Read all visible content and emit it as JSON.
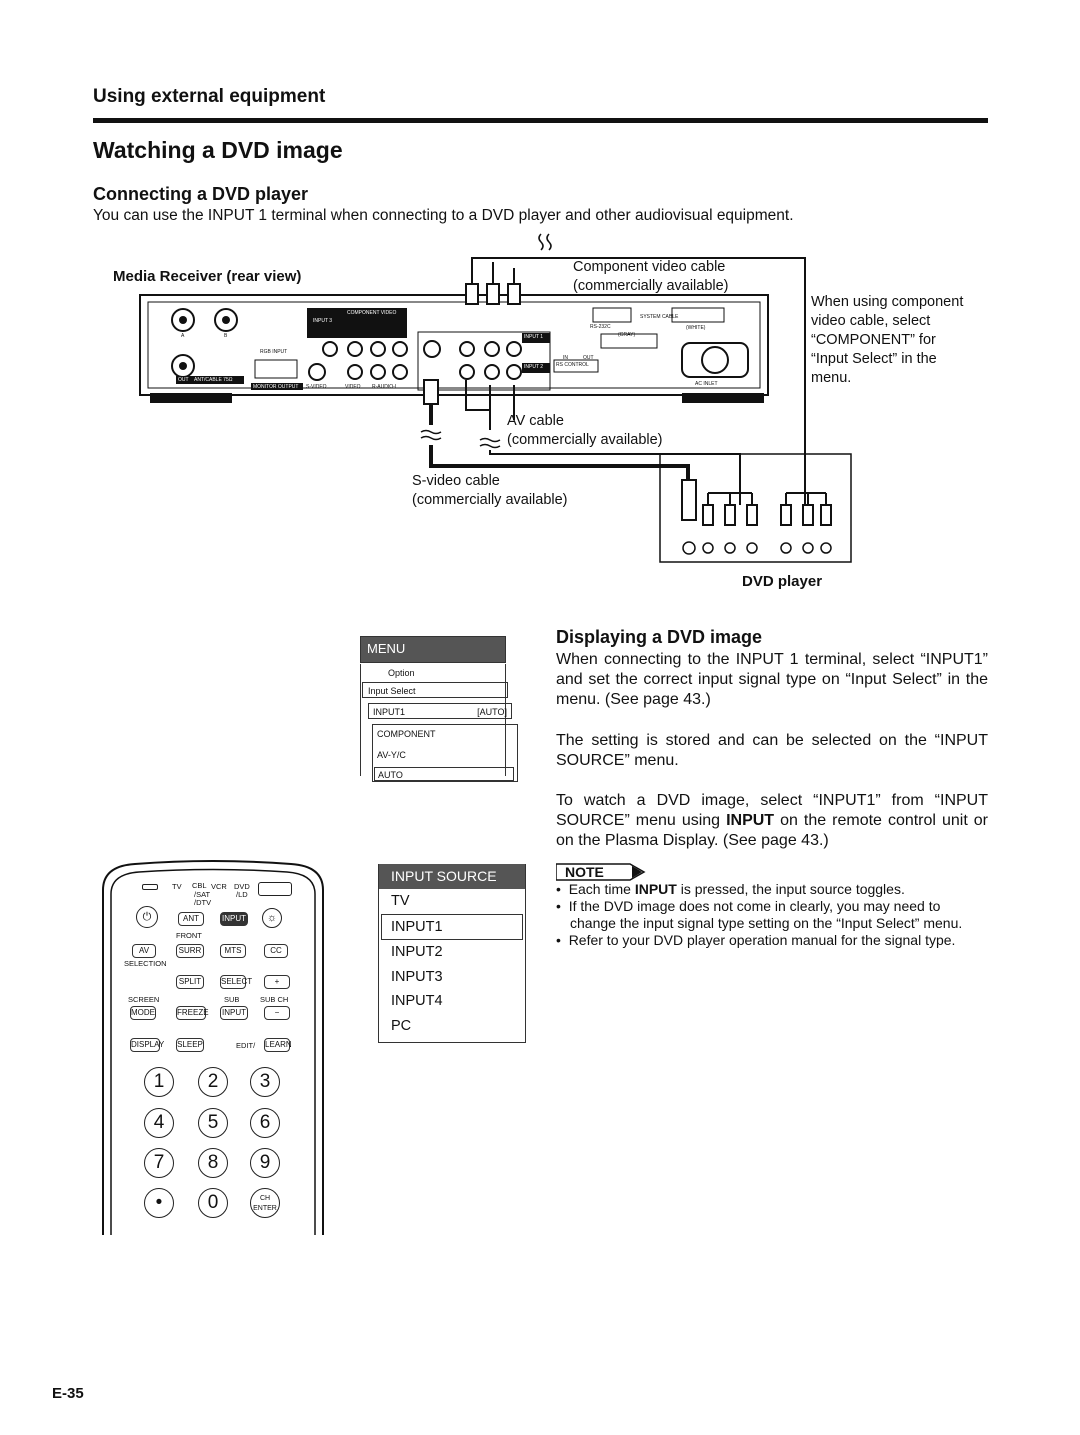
{
  "header": {
    "section": "Using external equipment",
    "title": "Watching a DVD image"
  },
  "connecting": {
    "title": "Connecting a DVD player",
    "intro": "You can use the INPUT 1 terminal when connecting to a DVD player and other audiovisual equipment."
  },
  "diagram": {
    "receiver_label": "Media Receiver (rear view)",
    "component_cable_1": "Component  video cable",
    "component_cable_2": "(commercially available)",
    "component_note": [
      "When using component",
      "video cable, select",
      "“COMPONENT” for",
      "“Input Select” in the",
      "menu."
    ],
    "av_cable_1": "AV cable",
    "av_cable_2": "(commercially available)",
    "svideo_cable_1": "S-video cable",
    "svideo_cable_2": "(commercially available)",
    "dvd_label": "DVD player",
    "panel": {
      "input3": "INPUT 3",
      "component_video": "COMPONENT VIDEO",
      "rgb_input": "RGB INPUT",
      "out_ant": "OUT",
      "ant_cable": "ANT/CABLE 75Ω",
      "monitor_output": "MONITOR OUTPUT",
      "s_video": "S-VIDEO",
      "video": "VIDEO",
      "r_audio_l": "R-AUDIO-L",
      "input1": "INPUT 1",
      "input2": "INPUT 2",
      "rs232c": "RS-232C",
      "system_cable": "SYSTEM CABLE",
      "gray": "(GRAY)",
      "white": "(WHITE)",
      "in": "IN",
      "out": "OUT",
      "rs_control": "RS CONTROL",
      "ac_inlet": "AC INLET",
      "a": "A",
      "b": "B"
    }
  },
  "menu": {
    "header": "MENU",
    "option": "Option",
    "input_select": "Input Select",
    "input1": "INPUT1",
    "auto_bracket": "[AUTO]",
    "choices": [
      "COMPONENT",
      "AV-Y/C",
      "AUTO"
    ]
  },
  "input_source": {
    "header": "INPUT SOURCE",
    "items": [
      "TV",
      "INPUT1",
      "INPUT2",
      "INPUT3",
      "INPUT4",
      "PC"
    ]
  },
  "remote": {
    "top_labels": [
      "TV",
      "CBL",
      "/SAT",
      "/DTV",
      "VCR",
      "DVD",
      "/LD"
    ],
    "ant": "ANT",
    "input": "INPUT",
    "front": "FRONT",
    "av": "AV",
    "surr": "SURR",
    "mts": "MTS",
    "cc": "CC",
    "selection": "SELECTION",
    "split": "SPLIT",
    "select": "SELECT",
    "plus": "+",
    "screen": "SCREEN",
    "sub": "SUB",
    "sub_ch": "SUB CH",
    "mode": "MODE",
    "freeze": "FREEZE",
    "minus": "−",
    "display": "DISPLAY",
    "sleep": "SLEEP",
    "edit": "EDIT/",
    "learn": "LEARN",
    "digits": [
      "1",
      "2",
      "3",
      "4",
      "5",
      "6",
      "7",
      "8",
      "9",
      "•",
      "0"
    ],
    "ch": "CH",
    "enter": "ENTER"
  },
  "displaying": {
    "title": "Displaying a DVD image",
    "para1": "When connecting to the INPUT 1 terminal, select “INPUT1” and set the correct input signal type on “Input Select” in the menu. (See page 43.)",
    "para2": "The setting is stored and can be selected on the “INPUT SOURCE” menu.",
    "para3_a": "To watch a DVD image, select “INPUT1” from “INPUT SOURCE” menu using ",
    "para3_b": "INPUT",
    "para3_c": " on the remote control unit or on the Plasma Display. (See page 43.)",
    "note_label": "NOTE",
    "note1_a": "Each time ",
    "note1_b": "INPUT",
    "note1_c": " is pressed, the input source toggles.",
    "note2": "If the DVD image does not come in clearly, you may need to change the input signal type setting on the “Input Select” menu.",
    "note3": "Refer to your DVD player operation manual for the signal type."
  },
  "footer": {
    "page": "E-35"
  }
}
